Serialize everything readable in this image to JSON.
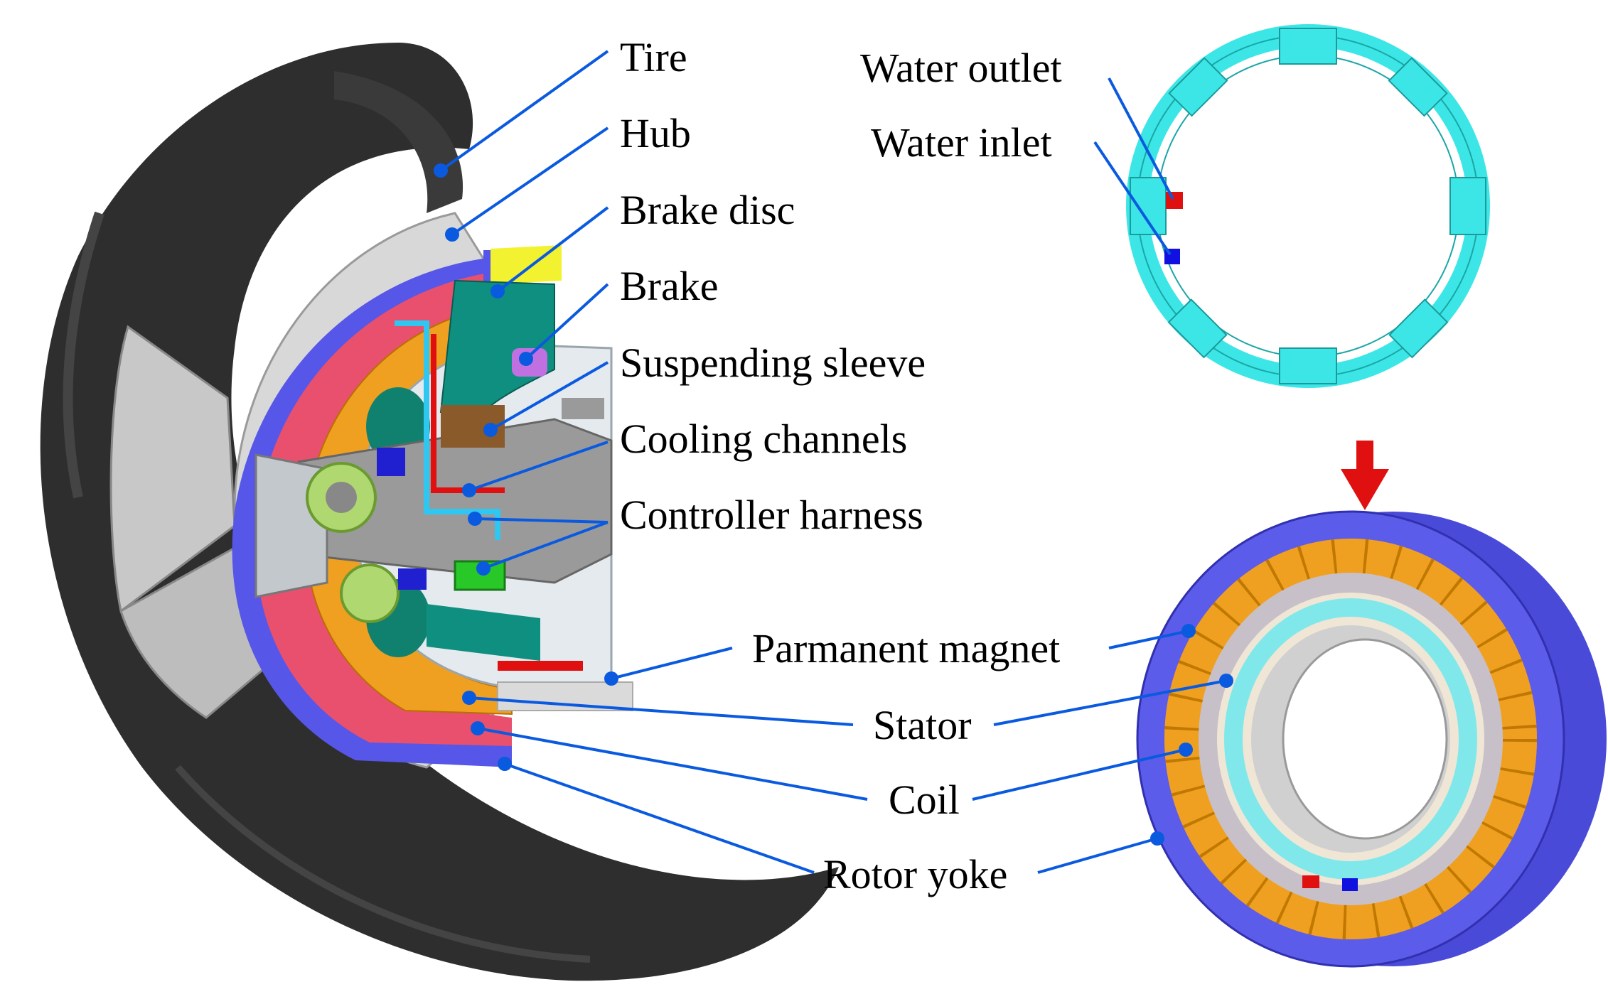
{
  "labels": {
    "tire": "Tire",
    "hub": "Hub",
    "brake_disc": "Brake disc",
    "brake": "Brake",
    "suspending_sleeve": "Suspending sleeve",
    "cooling_channels": "Cooling channels",
    "controller_harness": "Controller harness",
    "permanent_magnet": "Parmanent magnet",
    "stator": "Stator",
    "coil": "Coil",
    "rotor_yoke": "Rotor yoke",
    "water_outlet": "Water outlet",
    "water_inlet": "Water inlet"
  },
  "colors": {
    "leader": "#0a5ae0",
    "tire": "#2b2b2b",
    "hub": "#d9d9d9",
    "rotor_yoke": "#5656e8",
    "magnet": "#e8506e",
    "coil": "#f0a020",
    "stator": "#e6ecef",
    "cooling_channel": "#3de6e6",
    "brake_teal": "#0e8f80",
    "brake_disc_yellow": "#f2f230",
    "outlet_marker": "#e01010",
    "inlet_marker": "#1010e0",
    "arrow": "#e01010"
  }
}
